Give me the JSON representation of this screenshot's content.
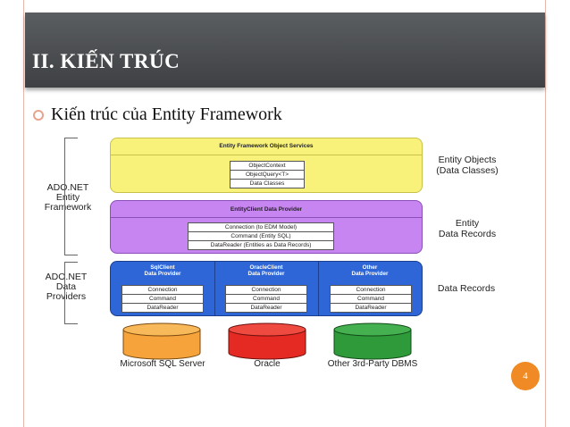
{
  "slide": {
    "title": "II.  KIẾN TRÚC",
    "bullet": "Kiến trúc của Entity Framework",
    "page_number": "4"
  },
  "diagram": {
    "left_labels": [
      "ADO.NET\nEntity\nFramework",
      "ADO.NET\nData\nProviders"
    ],
    "right_labels": [
      "Entity Objects\n(Data Classes)",
      "Entity\nData Records",
      "Data Records"
    ],
    "object_services": {
      "title": "Entity Framework Object Services",
      "items": [
        "ObjectContext",
        "ObjectQuery<T>",
        "Data Classes"
      ],
      "color": "#f8f27a"
    },
    "entity_client": {
      "title": "EntityClient Data Provider",
      "items": [
        "Connection (to EDM Model)",
        "Command (Entity SQL)",
        "DataReader (Entities as Data Records)"
      ],
      "color": "#c685f0"
    },
    "providers": {
      "color": "#2e66d8",
      "columns": [
        {
          "title": "SqlClient\nData Provider",
          "items": [
            "Connection",
            "Command",
            "DataReader"
          ]
        },
        {
          "title": "OracleClient\nData Provider",
          "items": [
            "Connection",
            "Command",
            "DataReader"
          ]
        },
        {
          "title": "Other\nData Provider",
          "items": [
            "Connection",
            "Command",
            "DataReader"
          ]
        }
      ]
    },
    "databases": [
      {
        "label": "Microsoft SQL Server",
        "color": "#f5a33a"
      },
      {
        "label": "Oracle",
        "color": "#e42a22"
      },
      {
        "label": "Other 3rd-Party DBMS",
        "color": "#2e9a3a"
      }
    ]
  }
}
